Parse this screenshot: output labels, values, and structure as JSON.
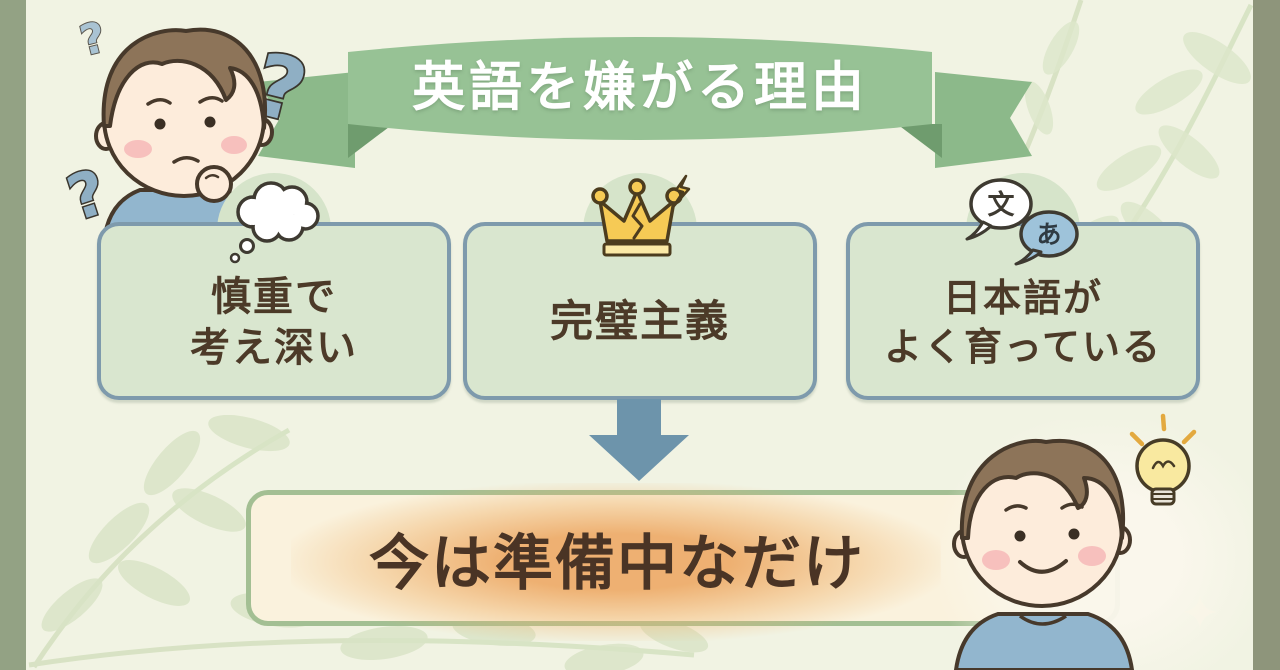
{
  "page": {
    "background_color": "#f1f3e3",
    "side_band_left_color": "#93a284",
    "side_band_right_color": "#8e957b",
    "leaf_color": "#dbe5c8"
  },
  "banner": {
    "title": "英語を嫌がる理由",
    "ribbon_color": "#97c295",
    "ribbon_tail_color": "#8cb98a",
    "ribbon_fold_color": "#6f9c6e",
    "title_color": "#ffffff"
  },
  "thinking_boy": {
    "question_mark": "?"
  },
  "cards": [
    {
      "icon": "thought-bubble-icon",
      "lines": [
        "慎重で",
        "考え深い"
      ]
    },
    {
      "icon": "cracked-crown-icon",
      "lines": [
        "完璧主義",
        ""
      ]
    },
    {
      "icon": "translation-bubbles-icon",
      "lines": [
        "日本語が",
        "よく育っている"
      ],
      "bubbles": [
        "文",
        "あ"
      ]
    }
  ],
  "card_style": {
    "fill": "#d9e6cf",
    "border": "#7e9aac",
    "text_color": "#4c3a28"
  },
  "arrow": {
    "direction": "down",
    "color": "#6d94ab"
  },
  "conclusion": {
    "text": "今は準備中なだけ",
    "fill": "#faf2dd",
    "border": "#a3bf93",
    "glow_color": "#eca55f",
    "text_color": "#4a3425"
  }
}
